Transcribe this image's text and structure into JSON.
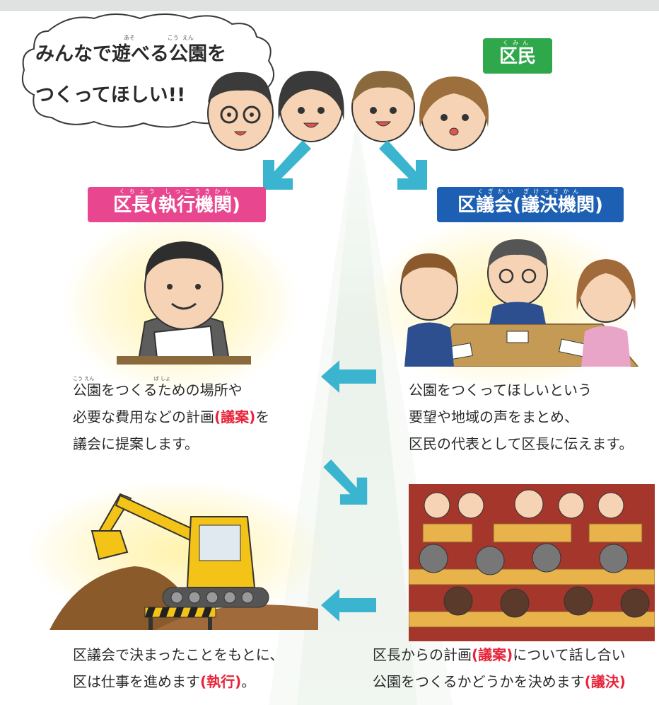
{
  "bubble": {
    "line1": "みんなで遊べる公園を",
    "line2": "つくってほしい!!"
  },
  "labels": {
    "kumin_ruby": "くみん",
    "kumin": "区民",
    "kucho_ruby": "くちょう しっこうきかん",
    "kucho": "区長(執行機関)",
    "kugikai_ruby": "くぎかい ぎけつきかん",
    "kugikai": "区議会(議決機関)"
  },
  "steps": {
    "council_request": {
      "line1": "公園をつくってほしいという",
      "line2": "要望や地域の声をまとめ、",
      "line3": "区民の代表として区長に伝えます。"
    },
    "mayor_proposal": {
      "line1": "公園をつくるための場所や",
      "line2_pre": "必要な費用などの計画",
      "line2_em": "(議案)",
      "line2_post": "を",
      "line3": "議会に提案します。"
    },
    "council_decision": {
      "line1_pre": "区長からの計画",
      "line1_em": "(議案)",
      "line1_post": "について話し合い",
      "line2_pre": "公園をつくるかどうかを決めます",
      "line2_em": "(議決)"
    },
    "execution": {
      "line1": "区議会で決まったことをもとに、",
      "line2_pre": "区は仕事を進めます",
      "line2_em": "(執行)",
      "line2_post": "。"
    }
  },
  "colors": {
    "kumin": "#2ea84a",
    "kucho": "#e8478f",
    "kugikai": "#1d5fb2",
    "emphasis": "#e8243a",
    "arrow": "#3bb4cf"
  }
}
